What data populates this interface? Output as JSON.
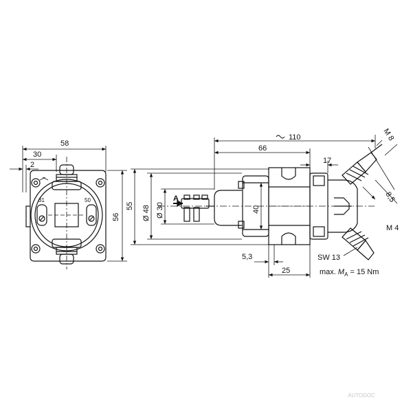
{
  "left_view": {
    "dim_total_width": "58",
    "dim_hole_spacing": "30",
    "dim_offset": "2",
    "dim_height": "56",
    "terminal_left": "31",
    "terminal_right": "50"
  },
  "side_view": {
    "dim_overall_length": "110",
    "dim_length_66": "66",
    "dim_length_17": "17",
    "dim_height_55": "55",
    "dim_dia_48": "Ø 48",
    "dim_dia_30": "Ø 30",
    "dim_height_40": "40",
    "dim_5_3": "5,3",
    "dim_25": "25",
    "dim_m8": "M 8",
    "dim_8_5": "8,5",
    "dim_m4": "M 4",
    "view_marker": "A",
    "wrench_size": "SW 13",
    "torque_prefix": "max. ",
    "torque_symbol": "M",
    "torque_sub": "A",
    "torque_value": " = 15 Nm"
  },
  "watermark": "AUTODOC"
}
